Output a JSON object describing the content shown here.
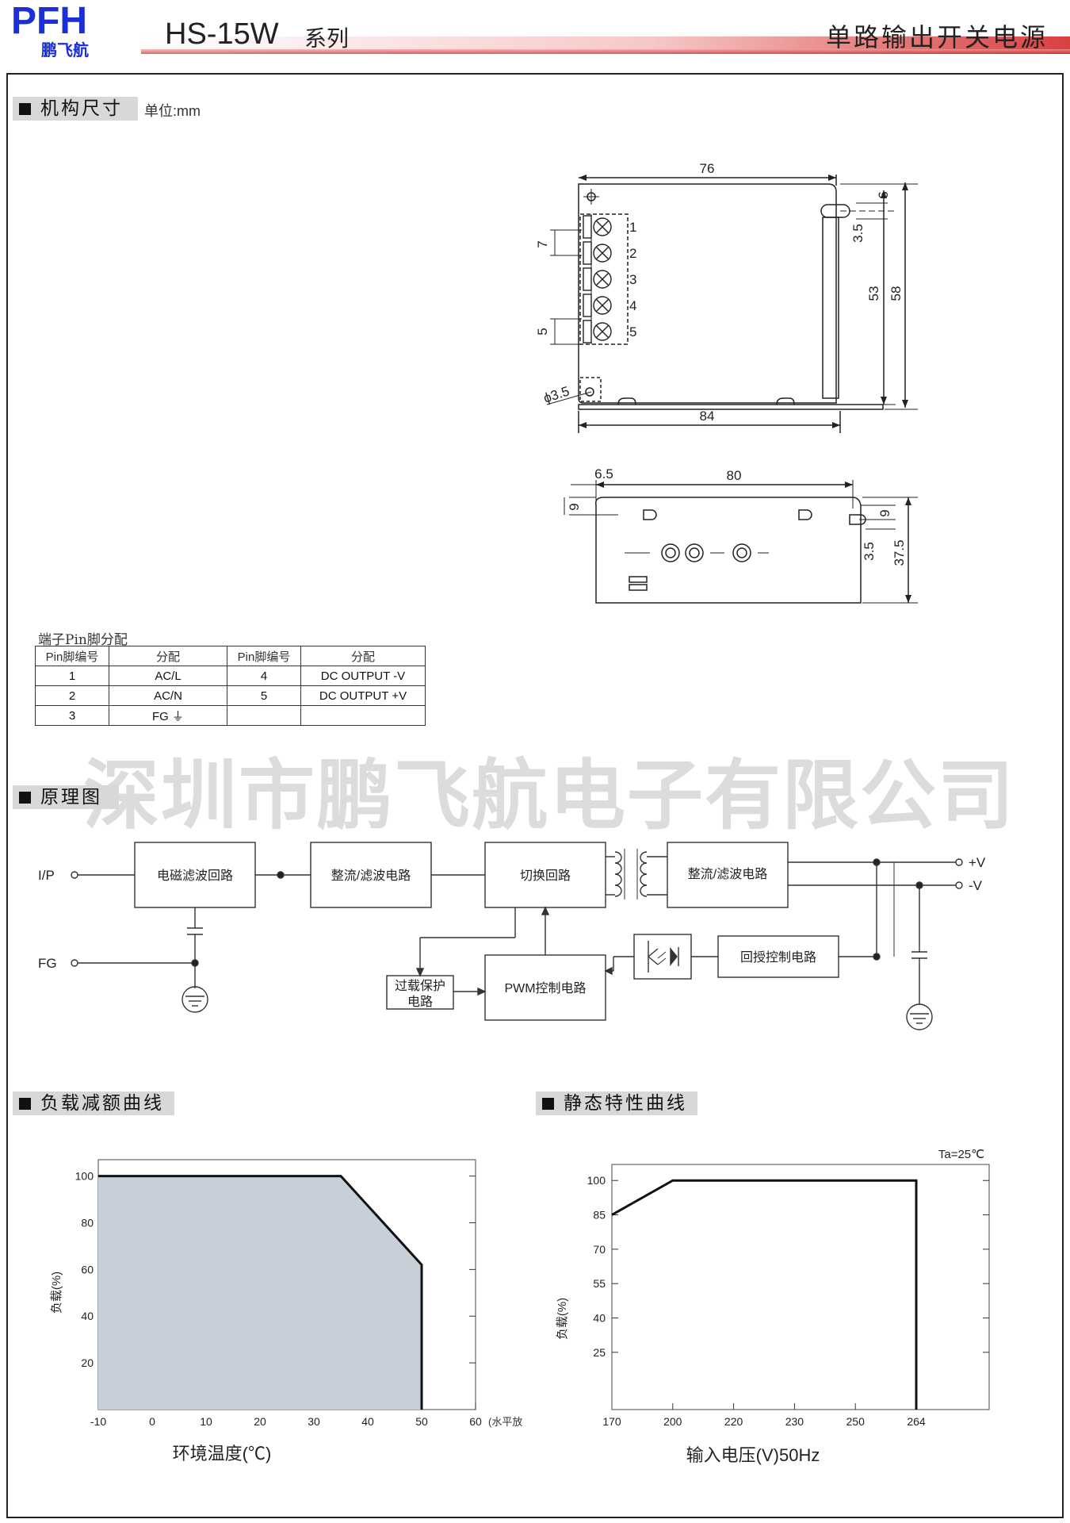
{
  "header": {
    "logo": "PFH",
    "logo_sub": "鹏飞航",
    "series": "HS-15W",
    "series_suffix": "系列",
    "product_type": "单路输出开关电源"
  },
  "sections": {
    "dimensions": "机构尺寸",
    "unit": "单位:mm",
    "schematic": "原理图",
    "derating": "负载减额曲线",
    "static": "静态特性曲线"
  },
  "dimensions": {
    "top_view": {
      "width_inner": "76",
      "width_outer": "84",
      "height_inner": "53",
      "height_outer": "58",
      "slot_top": "6",
      "slot_width": "3.5",
      "pin_pitch": "7",
      "pin_gap": "5",
      "hole": "ϕ3.5",
      "pins": [
        "1",
        "2",
        "3",
        "4",
        "5"
      ]
    },
    "side_view": {
      "offset": "6.5",
      "length": "80",
      "height": "37.5",
      "slot_top_left": "9",
      "slot_top_right": "9",
      "slot_width": "3.5"
    }
  },
  "pin_table": {
    "title": "端子Pin脚分配",
    "headers": [
      "Pin脚编号",
      "分配",
      "Pin脚编号",
      "分配"
    ],
    "rows": [
      [
        "1",
        "AC/L",
        "4",
        "DC OUTPUT -V"
      ],
      [
        "2",
        "AC/N",
        "5",
        "DC OUTPUT +V"
      ],
      [
        "3",
        "FG ⏚",
        "",
        ""
      ]
    ]
  },
  "watermark": "深圳市鹏飞航电子有限公司",
  "schematic": {
    "ip": "I/P",
    "fg": "FG",
    "emi": "电磁滤波回路",
    "rect1": "整流/滤波电路",
    "switch": "切换回路",
    "rect2": "整流/滤波电路",
    "pwm": "PWM控制电路",
    "ovp_line1": "过载保护",
    "ovp_line2": "电路",
    "feedback": "回授控制电路",
    "plus_v": "+V",
    "minus_v": "-V"
  },
  "chart_data": [
    {
      "type": "area",
      "title": "",
      "xlabel": "环境温度(℃)",
      "ylabel": "负载(%)",
      "x_ticks": [
        "-10",
        "0",
        "10",
        "20",
        "30",
        "40",
        "50",
        "60"
      ],
      "x_note": "(水平放置)",
      "y_ticks": [
        "20",
        "40",
        "60",
        "80",
        "100"
      ],
      "xlim": [
        -10,
        60
      ],
      "ylim": [
        0,
        107
      ],
      "series": [
        {
          "x": [
            -10,
            35,
            50,
            50
          ],
          "y": [
            100,
            100,
            62,
            0
          ]
        }
      ]
    },
    {
      "type": "line",
      "title": "",
      "annotation": "Ta=25℃",
      "xlabel": "输入电压(V)50Hz",
      "ylabel": "负载(%)",
      "x_ticks": [
        "170",
        "200",
        "220",
        "230",
        "250",
        "264"
      ],
      "y_ticks": [
        "25",
        "40",
        "55",
        "70",
        "85",
        "100"
      ],
      "ylim": [
        0,
        107
      ],
      "series": [
        {
          "x": [
            "170",
            "200",
            "220",
            "230",
            "250",
            "264",
            "264"
          ],
          "y": [
            85,
            100,
            100,
            100,
            100,
            100,
            0
          ]
        }
      ]
    }
  ]
}
